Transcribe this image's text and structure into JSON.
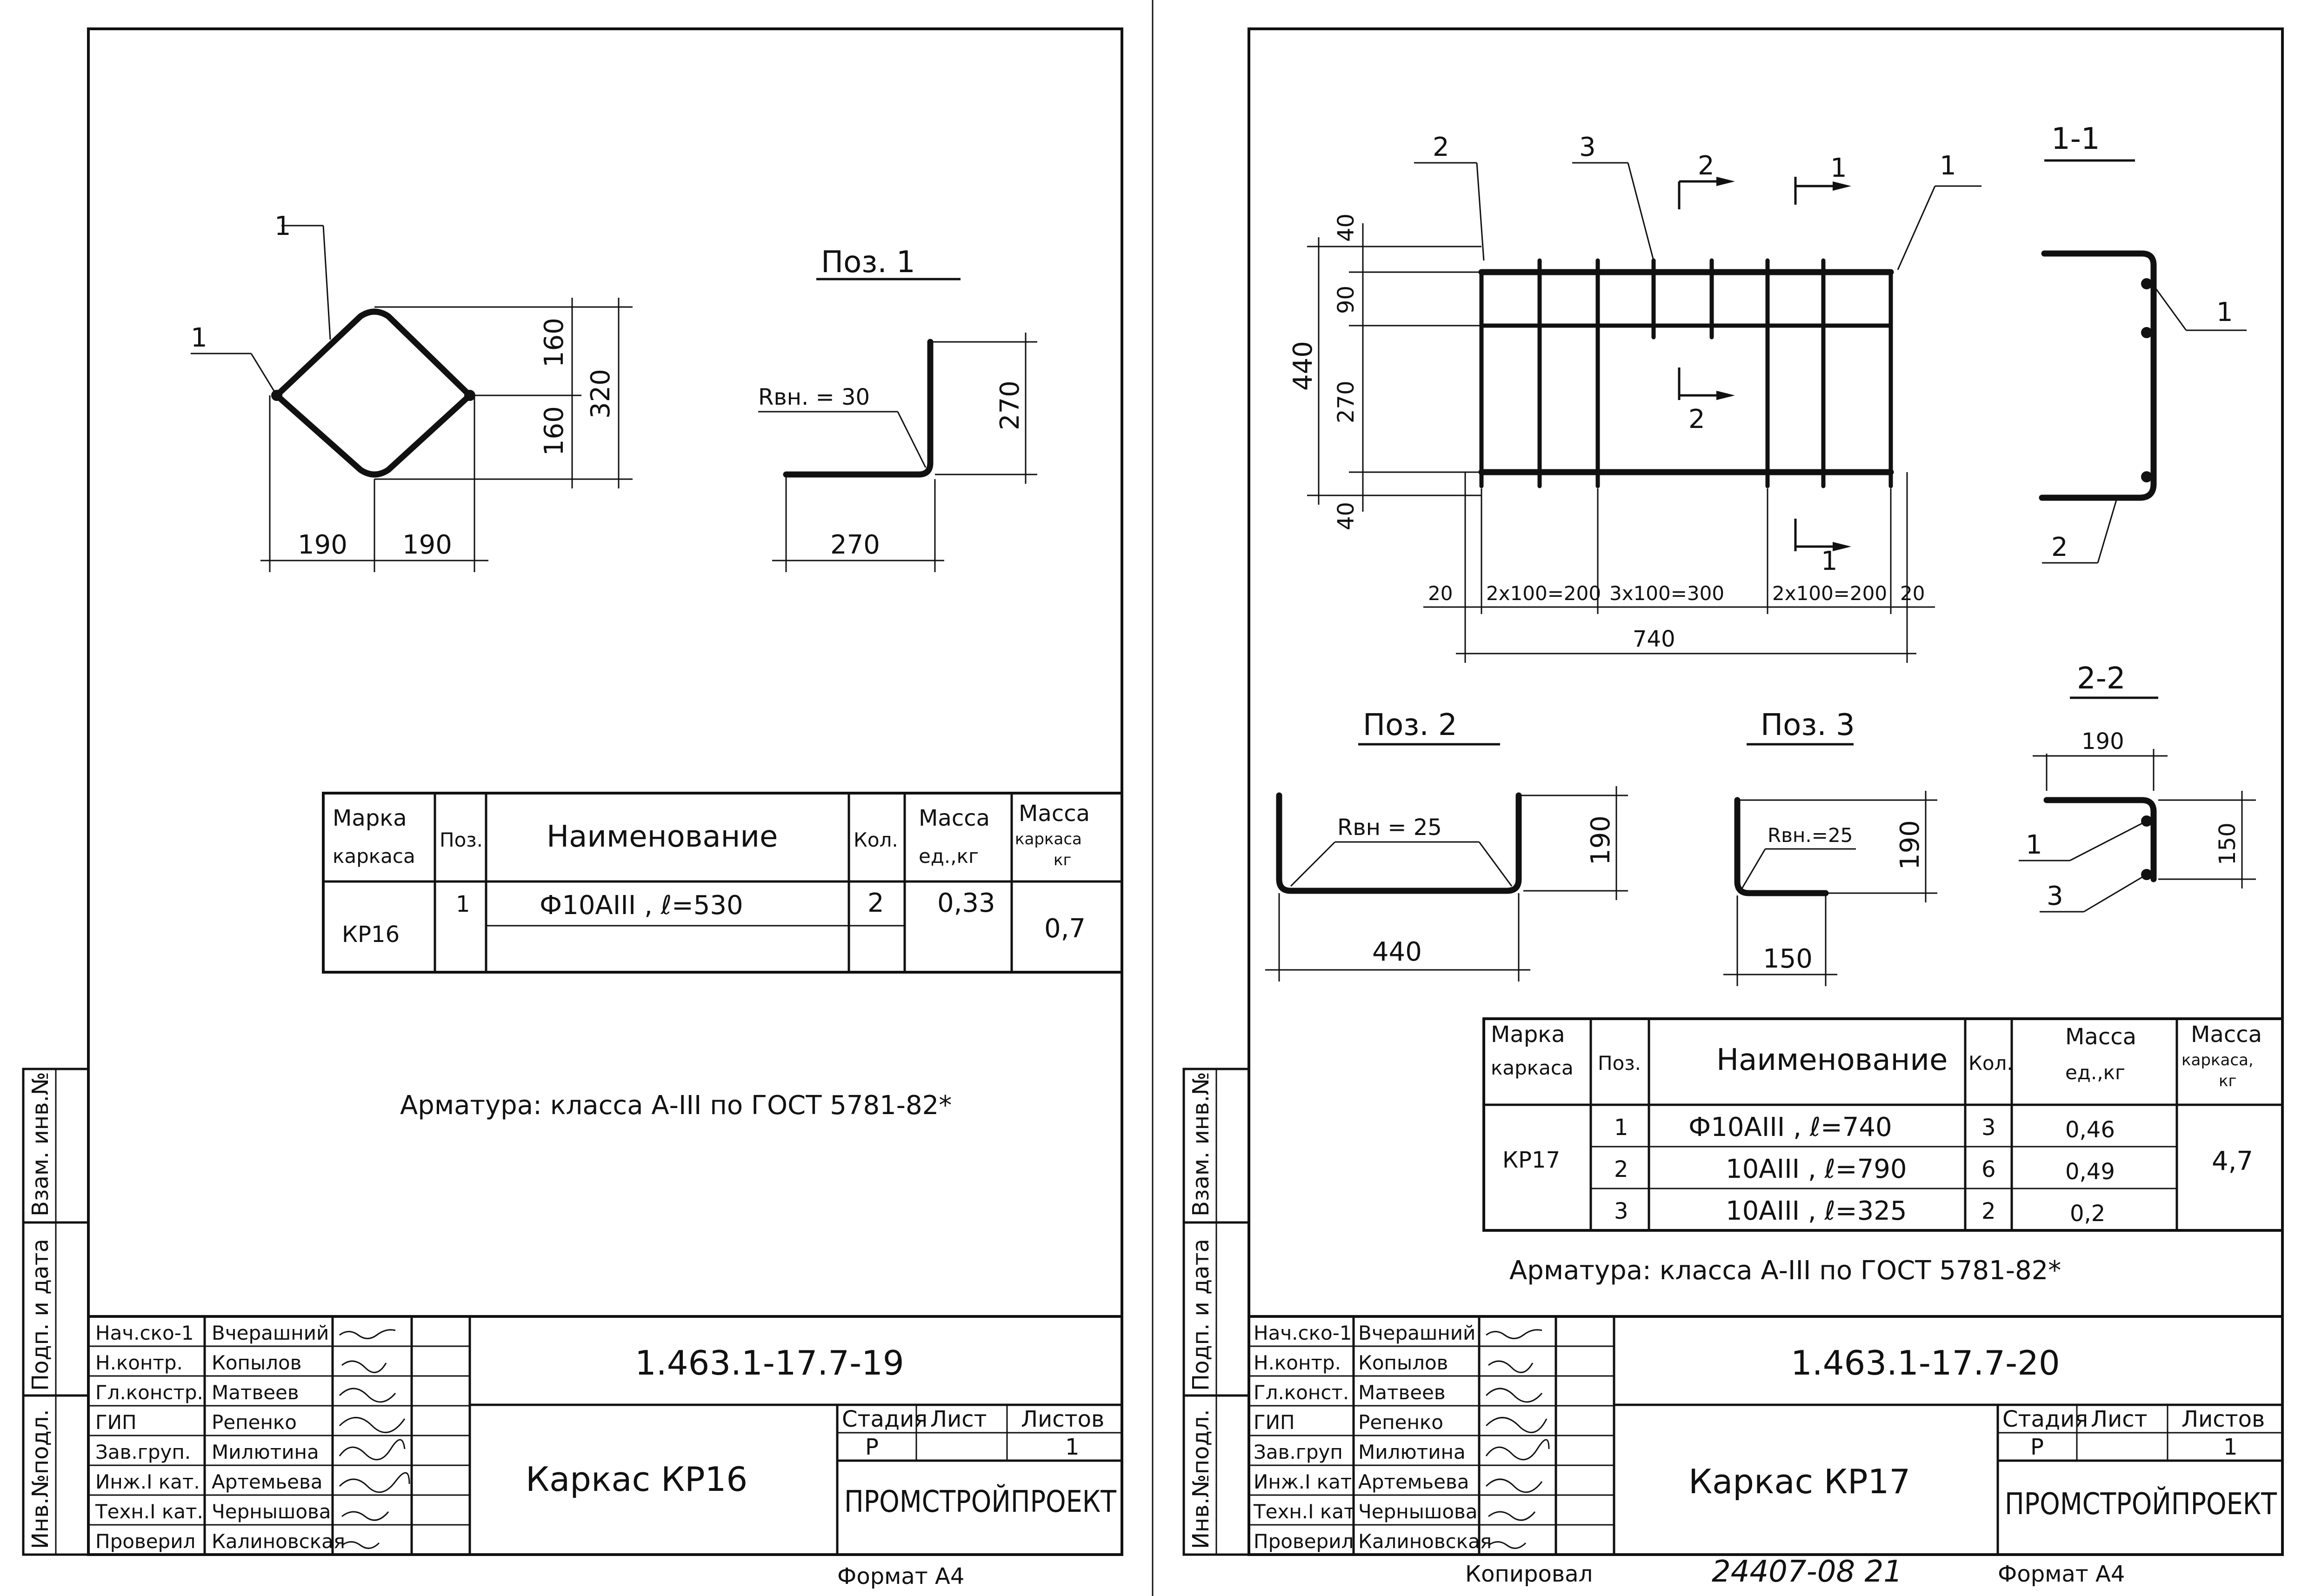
{
  "sheets": [
    {
      "views": {
        "title_pos1": "Поз. 1",
        "sketch_labels": [
          "1",
          "1"
        ],
        "dims": [
          "160",
          "160",
          "320",
          "190",
          "190"
        ],
        "pos1_radius": "Rвн. = 30",
        "pos1_dims": [
          "270",
          "270"
        ]
      },
      "table": {
        "headers": [
          "Марка каркаса",
          "Поз.",
          "Наименование",
          "Кол.",
          "Масса ед., кг",
          "Масса каркаса кг"
        ],
        "rows": [
          {
            "mark": "КР16",
            "pos": "1",
            "name": "Ф10АIII , ℓ=530",
            "qty": "2",
            "unit_mass": "0,33",
            "total": "0,7"
          }
        ]
      },
      "note": "Арматура: класса А-III по ГОСТ 5781-82*",
      "title_block": {
        "staff": [
          {
            "role": "Нач.ско-1",
            "name": "Вчерашний"
          },
          {
            "role": "Н.контр.",
            "name": "Копылов"
          },
          {
            "role": "Гл.констр.",
            "name": "Матвеев"
          },
          {
            "role": "ГИП",
            "name": "Репенко"
          },
          {
            "role": "Зав.груп.",
            "name": "Милютина"
          },
          {
            "role": "Инж.I кат.",
            "name": "Артемьева"
          },
          {
            "role": "Техн.I кат.",
            "name": "Чернышова"
          },
          {
            "role": "Проверил",
            "name": "Калиновская"
          }
        ],
        "code": "1.463.1-17.7-19",
        "title": "Каркас КР16",
        "stage_label": "Стадия",
        "sheet_label": "Лист",
        "sheets_label": "Листов",
        "stage": "Р",
        "sheets": "1",
        "org": "ПРОМСТРОЙПРОЕКТ"
      },
      "side_labels": [
        "Инв.№подл.",
        "Подп. и дата",
        "Взам. инв.№"
      ],
      "format": "Формат А4"
    },
    {
      "views": {
        "labels": [
          "2",
          "3",
          "2",
          "1",
          "1",
          "2",
          "1"
        ],
        "section_1_title": "1-1",
        "section_1_labels": [
          "1",
          "2"
        ],
        "vert_dims": [
          "40",
          "90",
          "270",
          "40",
          "440"
        ],
        "horiz_dims": [
          "20",
          "2x100=200",
          "3x100=300",
          "2x100=200",
          "20",
          "740"
        ],
        "pos2_title": "Поз. 2",
        "pos2_radius": "Rвн = 25",
        "pos2_dims": [
          "190",
          "440"
        ],
        "pos3_title": "Поз. 3",
        "pos3_radius": "Rвн.=25",
        "pos3_dims": [
          "190",
          "150"
        ],
        "section_2_title": "2-2",
        "section_2_dims": [
          "190",
          "150"
        ],
        "section_2_labels": [
          "1",
          "3"
        ]
      },
      "table": {
        "headers": [
          "Марка каркаса",
          "Поз.",
          "Наименование",
          "Кол.",
          "Масса ед., кг",
          "Масса каркаса, кг"
        ],
        "mark": "КР17",
        "total": "4,7",
        "rows": [
          {
            "pos": "1",
            "name": "Ф10АIII , ℓ=740",
            "qty": "3",
            "unit_mass": "0,46"
          },
          {
            "pos": "2",
            "name": "10АIII , ℓ=790",
            "qty": "6",
            "unit_mass": "0,49"
          },
          {
            "pos": "3",
            "name": "10АIII , ℓ=325",
            "qty": "2",
            "unit_mass": "0,2"
          }
        ]
      },
      "note": "Арматура: класса А-III по ГОСТ 5781-82*",
      "title_block": {
        "staff": [
          {
            "role": "Нач.ско-1",
            "name": "Вчерашний"
          },
          {
            "role": "Н.контр.",
            "name": "Копылов"
          },
          {
            "role": "Гл.конст.",
            "name": "Матвеев"
          },
          {
            "role": "ГИП",
            "name": "Репенко"
          },
          {
            "role": "Зав.груп",
            "name": "Милютина"
          },
          {
            "role": "Инж.I кат",
            "name": "Артемьева"
          },
          {
            "role": "Техн.I кат",
            "name": "Чернышова"
          },
          {
            "role": "Проверил",
            "name": "Калиновская"
          }
        ],
        "code": "1.463.1-17.7-20",
        "title": "Каркас КР17",
        "stage_label": "Стадия",
        "sheet_label": "Лист",
        "sheets_label": "Листов",
        "stage": "Р",
        "sheets": "1",
        "org": "ПРОМСТРОЙПРОЕКТ"
      },
      "side_labels": [
        "Инв.№подл.",
        "Подп. и дата",
        "Взам. инв.№"
      ],
      "copied": "Копировал",
      "serial": "24407-08  21",
      "format": "Формат А4"
    }
  ]
}
